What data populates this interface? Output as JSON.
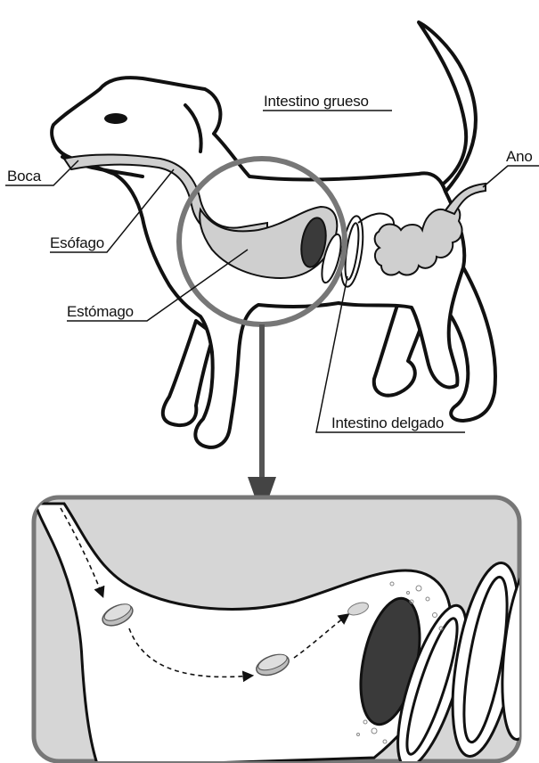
{
  "labels": {
    "boca": "Boca",
    "esofago": "Esófago",
    "estomago": "Estómago",
    "intestino_grueso": "Intestino grueso",
    "ano": "Ano",
    "intestino_delgado": "Intestino delgado"
  },
  "colors": {
    "outline": "#111111",
    "organ_fill": "#cfcfcf",
    "dark_organ": "#3a3a3a",
    "panel_bg": "#d6d6d6",
    "magnifier": "#777777"
  }
}
